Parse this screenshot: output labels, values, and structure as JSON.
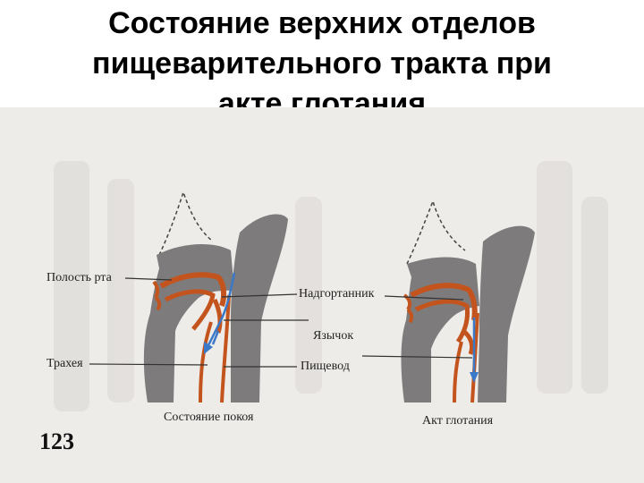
{
  "slide": {
    "title_lines": [
      "Состояние верхних отделов",
      "пищеварительного тракта при",
      "акте глотания"
    ]
  },
  "figure": {
    "page_number": "123",
    "labels": {
      "oral_cavity": "Полость рта",
      "epiglottis": "Надгортанник",
      "uvula": "Язычок",
      "trachea": "Трахея",
      "esophagus": "Пищевод"
    },
    "captions": {
      "rest": "Состояние покоя",
      "swallow": "Акт глотания"
    },
    "colors": {
      "tissue_gray": "#7d7b7b",
      "muscle_orange": "#c4541e",
      "flow_blue": "#3a78c8",
      "background": "#eeece9"
    }
  }
}
